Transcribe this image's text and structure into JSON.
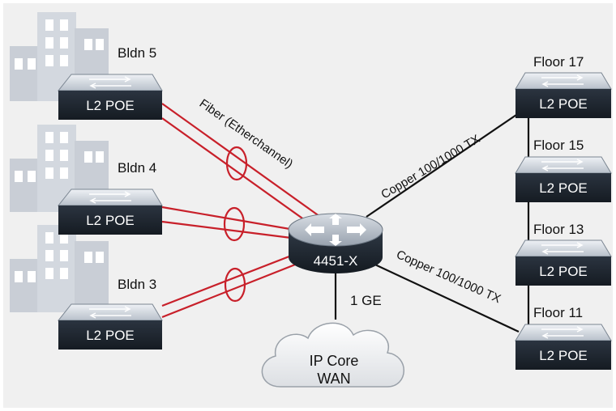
{
  "buildings": [
    {
      "label": "Bldn 5",
      "switch_label": "L2 POE"
    },
    {
      "label": "Bldn 4",
      "switch_label": "L2 POE"
    },
    {
      "label": "Bldn 3",
      "switch_label": "L2 POE"
    }
  ],
  "floors": [
    {
      "label": "Floor 17",
      "switch_label": "L2 POE"
    },
    {
      "label": "Floor 15",
      "switch_label": "L2 POE"
    },
    {
      "label": "Floor 13",
      "switch_label": "L2 POE"
    },
    {
      "label": "Floor 11",
      "switch_label": "L2 POE"
    }
  ],
  "router": {
    "label": "4451-X"
  },
  "links": {
    "fiber": "Fiber (Etherchannel)",
    "copper_upper": "Copper 100/1000 TX",
    "copper_lower": "Copper 100/1000 TX",
    "wan_link": "1 GE"
  },
  "cloud": {
    "line1": "IP Core",
    "line2": "WAN"
  },
  "colors": {
    "background": "#f0f0f0",
    "fiber": "#c8202a",
    "copper": "#111111",
    "switch_face": "#1f2731",
    "building": "#c9ced6"
  }
}
